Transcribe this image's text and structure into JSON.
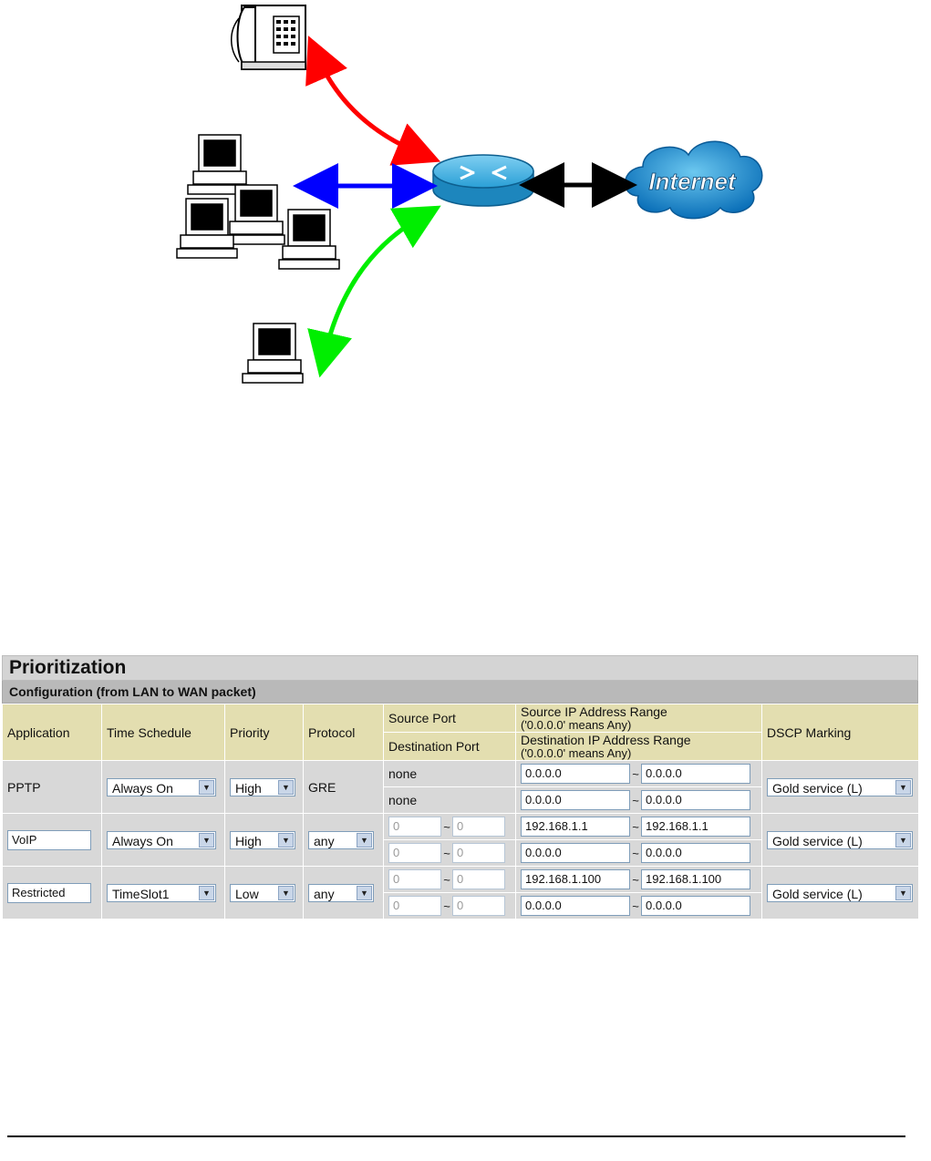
{
  "diagram": {
    "internet_label": "Internet"
  },
  "panel": {
    "title": "Prioritization",
    "subtitle": "Configuration (from LAN to WAN packet)",
    "headers": {
      "application": "Application",
      "time_schedule": "Time Schedule",
      "priority": "Priority",
      "protocol": "Protocol",
      "source_port": "Source Port",
      "destination_port": "Destination Port",
      "source_ip_range_1": "Source IP Address Range",
      "source_ip_range_2": "('0.0.0.0' means Any)",
      "dest_ip_range_1": "Destination IP Address Range",
      "dest_ip_range_2": "('0.0.0.0' means Any)",
      "dscp": "DSCP Marking"
    },
    "rows": [
      {
        "application": "PPTP",
        "time_schedule": "Always On",
        "priority": "High",
        "protocol": "GRE",
        "src_port": "none",
        "dst_port": "none",
        "src_ip_from": "0.0.0.0",
        "src_ip_to": "0.0.0.0",
        "dst_ip_from": "0.0.0.0",
        "dst_ip_to": "0.0.0.0",
        "dscp": "Gold service (L)"
      },
      {
        "application": "VoIP",
        "time_schedule": "Always On",
        "priority": "High",
        "protocol": "any",
        "src_port_from": "0",
        "src_port_to": "0",
        "dst_port_from": "0",
        "dst_port_to": "0",
        "src_ip_from": "192.168.1.1",
        "src_ip_to": "192.168.1.1",
        "dst_ip_from": "0.0.0.0",
        "dst_ip_to": "0.0.0.0",
        "dscp": "Gold service (L)"
      },
      {
        "application": "Restricted",
        "time_schedule": "TimeSlot1",
        "priority": "Low",
        "protocol": "any",
        "src_port_from": "0",
        "src_port_to": "0",
        "dst_port_from": "0",
        "dst_port_to": "0",
        "src_ip_from": "192.168.1.100",
        "src_ip_to": "192.168.1.100",
        "dst_ip_from": "0.0.0.0",
        "dst_ip_to": "0.0.0.0",
        "dscp": "Gold service (L)"
      }
    ],
    "tilde": "~"
  },
  "colors": {
    "voip_arrow": "#ff0000",
    "lan_arrow": "#0000ff",
    "restricted_arrow": "#00ff00",
    "wan_arrow": "#000000",
    "router": "#2a9fd6",
    "cloud": "#1a8fd0"
  }
}
